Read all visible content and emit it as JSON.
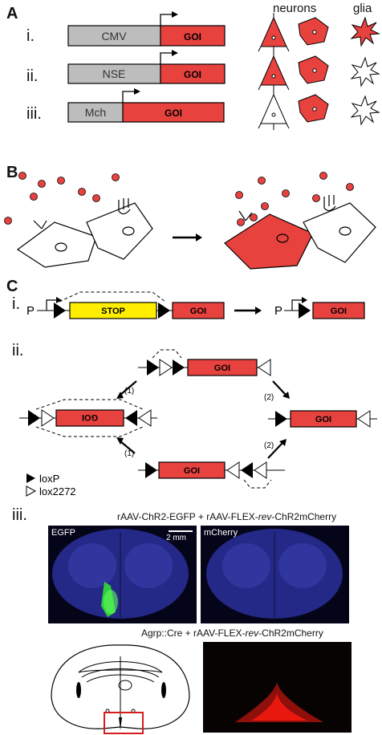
{
  "panels": {
    "a": "A",
    "b": "B",
    "c": "C"
  },
  "panel_a": {
    "rows": [
      {
        "numeral": "i.",
        "promoter": "CMV",
        "gene": "GOI"
      },
      {
        "numeral": "ii.",
        "promoter": "NSE",
        "gene": "GOI"
      },
      {
        "numeral": "iii.",
        "promoter": "Mch",
        "gene": "GOI"
      }
    ],
    "headers": {
      "neurons": "neurons",
      "glia": "glia"
    }
  },
  "panel_c": {
    "i": {
      "numeral": "i.",
      "promoter_left": "P",
      "stop": "STOP",
      "gene": "GOI",
      "promoter_right": "P",
      "gene_right": "GOI"
    },
    "ii": {
      "numeral": "ii.",
      "gene": "GOI",
      "gene_inverted": "GOI",
      "step1": "(1)",
      "step2": "(2)",
      "legend_loxp": "loxP",
      "legend_lox2272": "lox2272"
    },
    "iii": {
      "numeral": "iii.",
      "caption_top": "rAAV-ChR2-EGFP + rAAV-FLEX-rev-ChR2mCherry",
      "caption_top_parts": {
        "a": "rAAV-ChR2-EGFP + rAAV-FLEX-",
        "b": "rev",
        "c": "-ChR2mCherry"
      },
      "label_egfp": "EGFP",
      "label_mcherry": "mCherry",
      "scalebar": "2 mm",
      "caption_bottom_parts": {
        "a": "Agrp::Cre + rAAV-FLEX-",
        "b": "rev",
        "c": "-ChR2mCherry"
      }
    }
  },
  "colors": {
    "red": "#e8423f",
    "gray": "#bdbdbd",
    "yellow": "#ffee00",
    "egfp_green": "#34d23a",
    "mcherry_red": "#ff1a10",
    "tissue_blue": "#2a2f9a"
  }
}
